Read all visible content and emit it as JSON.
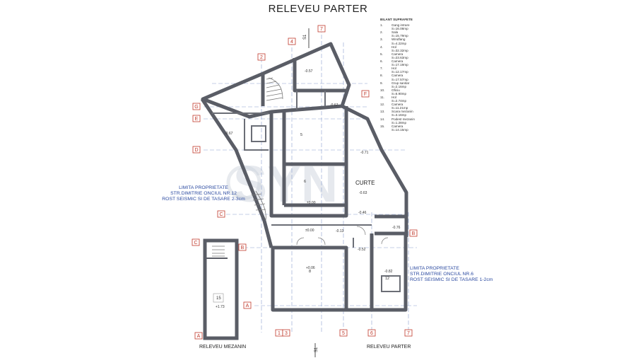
{
  "title": "RELEVEU PARTER",
  "legend": {
    "heading": "BILANT SUPRAFETE",
    "items": [
      {
        "num": "1.",
        "name": "Gang intrare",
        "area": "S=16.08mp"
      },
      {
        "num": "2.",
        "name": "Sala",
        "area": "S=15.79mp"
      },
      {
        "num": "3.",
        "name": "Windfang",
        "area": "S=4.22mp"
      },
      {
        "num": "4.",
        "name": "Hol",
        "area": "S=32.32mp"
      },
      {
        "num": "5.",
        "name": "Camera",
        "area": "S=23.63mp"
      },
      {
        "num": "6.",
        "name": "Camera",
        "area": "S=17.19mp"
      },
      {
        "num": "7.",
        "name": "Hol",
        "area": "S=12.17mp"
      },
      {
        "num": "8.",
        "name": "Camera",
        "area": "S=17.57mp"
      },
      {
        "num": "9.",
        "name": "Grup sanitar",
        "area": "S=2.16mp"
      },
      {
        "num": "10.",
        "name": "Oficiu",
        "area": "S=6.90mp"
      },
      {
        "num": "11.",
        "name": "Hol",
        "area": "S=2.74mp"
      },
      {
        "num": "12.",
        "name": "Camera",
        "area": "S=11.21mp"
      },
      {
        "num": "13.",
        "name": "Scara mezanin",
        "area": "S=3.16mp"
      },
      {
        "num": "14.",
        "name": "Podest mezanin",
        "area": "S=1.28mp"
      },
      {
        "num": "15.",
        "name": "Camera",
        "area": "S=14.15mp"
      }
    ]
  },
  "labels": {
    "property_left": [
      "LIMITA PROPRIETATE",
      "STR.DIMITRIE ONCIUL NR.12",
      "ROST SEISMIC SI DE TASARE 2-3cm"
    ],
    "property_right": [
      "LIMITA PROPRIETATE",
      "STR.DIMITRIE ONCIUL NR.6",
      "ROST SEISMIC SI DE TASARE 1-2cm"
    ],
    "courtyard": "CURTE",
    "caption_mezanin": "RELEVEU MEZANIN",
    "caption_parter": "RELEVEU PARTER",
    "watermark": "SYN"
  },
  "grid_axes": {
    "top": [
      "2",
      "4",
      "7"
    ],
    "bottom": [
      "1",
      "3",
      "5",
      "6",
      "7"
    ],
    "left": [
      "G",
      "E",
      "D",
      "C",
      "B",
      "A"
    ],
    "right": [
      "F",
      "B"
    ],
    "mezanin_left": [
      "C",
      "A"
    ],
    "section": "S1"
  },
  "levels": [
    "-0.67",
    "-0.67",
    "-0.71",
    "-0.63",
    "-0.46",
    "-0.13",
    "-0.76",
    "-0.52",
    "-0.82",
    "±0.00",
    "±0.00",
    "+0.06",
    "-0.57",
    "+1.73"
  ]
}
